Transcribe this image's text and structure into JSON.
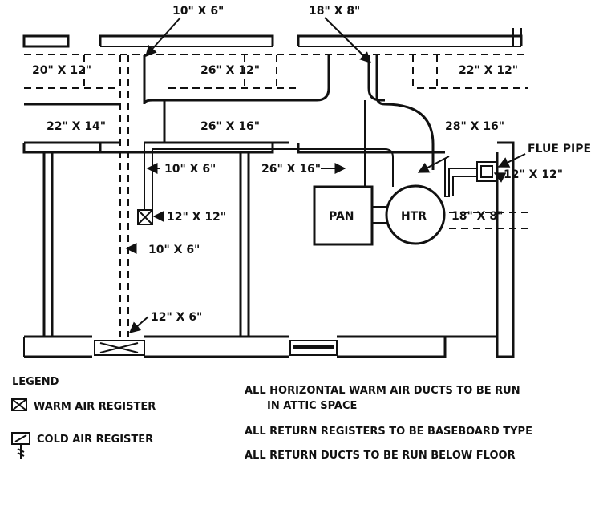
{
  "dimensions": {
    "d_10x6_top": "10\" X 6\"",
    "d_18x8_top": "18\" X 8\"",
    "d_20x12": "20\" X 12\"",
    "d_26x12": "26\" X 12\"",
    "d_22x12": "22\" X 12\"",
    "d_22x14": "22\" X 14\"",
    "d_26x16_top": "26\" X 16\"",
    "d_28x16": "28\" X 16\"",
    "d_10x6_mid": "10\" X 6\"",
    "d_26x16_mid": "26\" X 16\"",
    "d_12x12_reg": "12\" X 12\"",
    "d_12x12_flue": "12\" X 12\"",
    "d_18x8_right": "18\" X 8\"",
    "d_10x6_low": "10\" X 6\"",
    "d_12x6": "12\" X 6\""
  },
  "equipment": {
    "pan": "PAN",
    "heater": "HTR",
    "flue": "FLUE PIPE"
  },
  "legend": {
    "title": "LEGEND",
    "warm": "WARM AIR REGISTER",
    "cold": "COLD AIR REGISTER"
  },
  "notes": {
    "n1a": "ALL HORIZONTAL WARM AIR DUCTS TO BE RUN",
    "n1b": "IN ATTIC SPACE",
    "n2": "ALL RETURN REGISTERS TO BE BASEBOARD TYPE",
    "n3": "ALL RETURN DUCTS TO BE RUN BELOW FLOOR"
  }
}
